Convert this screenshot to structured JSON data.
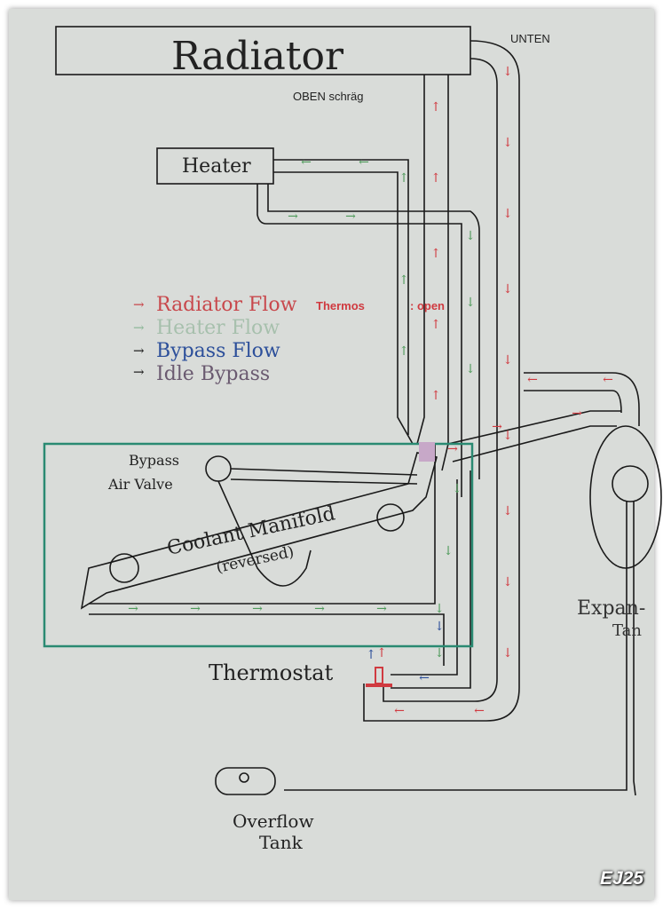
{
  "title": "Radiator",
  "labels": {
    "unten": "UNTEN",
    "oben": "OBEN schräg",
    "heater": "Heater",
    "bypass_valve_1": "Bypass",
    "bypass_valve_2": "Air Valve",
    "manifold_1": "Coolant Manifold",
    "manifold_2": "(reversed)",
    "thermostat": "Thermostat",
    "expansion_1": "Expan-",
    "expansion_2": "Tan",
    "overflow_1": "Overflow",
    "overflow_2": "Tank",
    "thermos_note": "Thermos",
    "open_note": ": open"
  },
  "legend": [
    {
      "label": "Radiator Flow",
      "color": "#c8484c"
    },
    {
      "label": "Heater Flow",
      "color": "#8fb89a"
    },
    {
      "label": "Bypass Flow",
      "color": "#2c4f9a"
    },
    {
      "label": "Idle Bypass",
      "color": "#6a5a70"
    }
  ],
  "badge": "EJ25",
  "colors": {
    "pipe": "#1a1a1a",
    "box": "#2a8a72",
    "red": "#d03a40",
    "green": "#4e9a5a",
    "blue": "#2c4f9a"
  }
}
